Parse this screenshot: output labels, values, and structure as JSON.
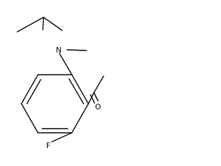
{
  "molecule": {
    "atoms": {
      "nitrogen": "N",
      "oxygen": "O",
      "fluorine": "F"
    }
  }
}
